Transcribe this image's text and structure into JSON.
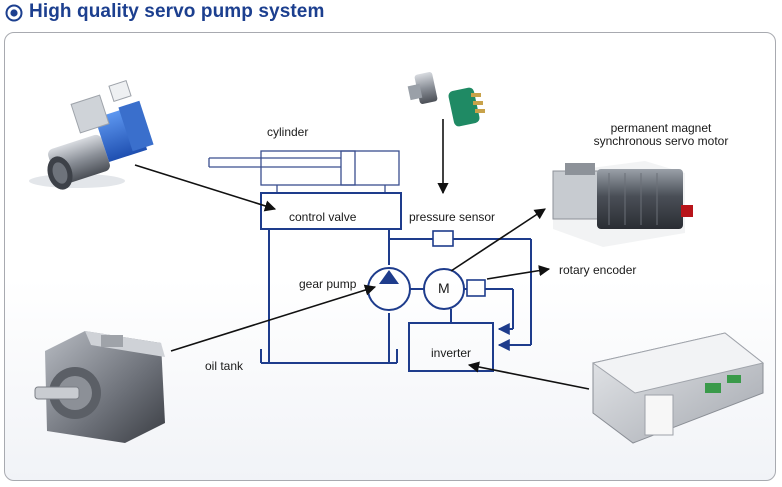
{
  "page": {
    "title": "High quality servo pump system"
  },
  "labels": {
    "cylinder": "cylinder",
    "control_valve": "control valve",
    "pressure_sensor": "pressure sensor",
    "gear_pump": "gear pump",
    "motor_symbol": "M",
    "rotary_encoder": "rotary encoder",
    "oil_tank": "oil tank",
    "inverter": "inverter",
    "servo_motor_line1": "permanent magnet",
    "servo_motor_line2": "synchronous servo motor"
  },
  "colors": {
    "title_blue": "#1c3f8f",
    "circuit_blue": "#1e3c8c",
    "valve_blue": "#2e6fd8",
    "arrow_black": "#111111"
  },
  "icons": {
    "title_bullet": "target-bullet-icon"
  }
}
